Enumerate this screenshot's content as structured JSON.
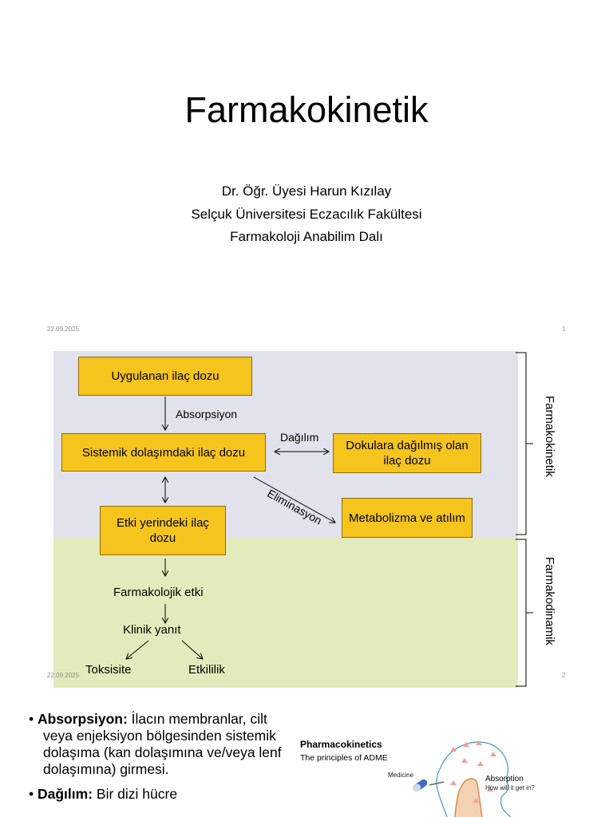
{
  "slide1": {
    "title": "Farmakokinetik",
    "author": "Dr. Öğr. Üyesi Harun Kızılay",
    "university": "Selçuk Üniversitesi Eczacılık Fakültesi",
    "department": "Farmakoloji Anabilim Dalı",
    "date": "22.09.2025",
    "page": "1"
  },
  "slide2": {
    "boxes": {
      "uygulanan": "Uygulanan ilaç dozu",
      "sistemik": "Sistemik dolaşımdaki ilaç dozu",
      "dokular": "Dokulara dağılmış olan ilaç dozu",
      "etki": "Etki yerindeki ilaç dozu",
      "metabolizma": "Metabolizma ve atılım"
    },
    "labels": {
      "absorpsiyon": "Absorpsiyon",
      "dagilim": "Dağılım",
      "eliminasyon": "Eliminasyon",
      "farmakolojik": "Farmakolojik etki",
      "klinik": "Klinik yanıt",
      "toksisite": "Toksisite",
      "etkililik": "Etkililik"
    },
    "side_labels": {
      "farmakokinetik": "Farmakokinetik",
      "farmakodinamik": "Farmakodinamik"
    },
    "colors": {
      "box": "#f5c41d",
      "pk_band": "#e2e2ec",
      "pd_band": "#e3ebbd"
    },
    "date": "22.09.2025",
    "page": "2"
  },
  "slide3": {
    "bullets": [
      {
        "term": "Absorpsiyon:",
        "text": " İlacın membranlar, cilt veya enjeksiyon bölgesinden sistemik dolaşıma (kan dolaşımına ve/veya lenf dolaşımına) girmesi."
      },
      {
        "term": "Dağılım:",
        "text": " Bir dizi hücre"
      }
    ],
    "image": {
      "title": "Pharmacokinetics",
      "subtitle": "The principles of ADME",
      "medicine": "Medicine",
      "absorption": "Absorption",
      "absorption_q": "How will it get in?"
    }
  }
}
